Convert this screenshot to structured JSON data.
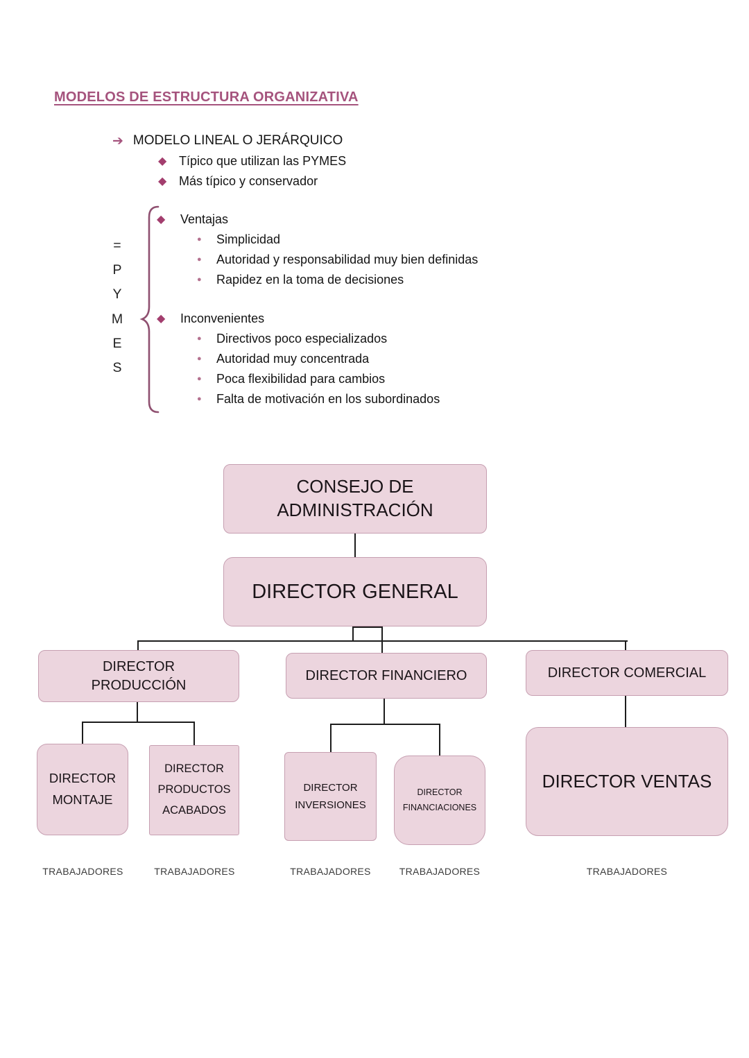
{
  "page": {
    "title": "MODELOS DE ESTRUCTURA ORGANIZATIVA"
  },
  "icons": {
    "arrow": "➔",
    "diamond": "◆",
    "dot": "●",
    "brace": "curly-brace"
  },
  "intro": {
    "heading": "MODELO LINEAL O JERÁRQUICO",
    "points": [
      "Típico que utilizan las PYMES",
      "Más típico y conservador"
    ]
  },
  "pymes": {
    "letters": [
      "=",
      "P",
      "Y",
      "M",
      "E",
      "S"
    ]
  },
  "ventajas": {
    "label": "Ventajas",
    "items": [
      "Simplicidad",
      "Autoridad y responsabilidad muy bien definidas",
      "Rapidez en la toma de decisiones"
    ]
  },
  "inconvenientes": {
    "label": "Inconvenientes",
    "items": [
      "Directivos poco especializados",
      "Autoridad muy concentrada",
      "Poca flexibilidad para cambios",
      "Falta de motivación en los subordinados"
    ]
  },
  "org": {
    "workers_label": "TRABAJADORES",
    "nodes": {
      "consejo": {
        "label": "CONSEJO DE ADMINISTRACIÓN"
      },
      "general": {
        "label": "DIRECTOR GENERAL"
      },
      "produccion": {
        "label": "DIRECTOR PRODUCCIÓN"
      },
      "financiero": {
        "label": "DIRECTOR FINANCIERO"
      },
      "comercial": {
        "label": "DIRECTOR COMERCIAL"
      },
      "montaje": {
        "label": "DIRECTOR MONTAJE"
      },
      "acabados": {
        "label": "DIRECTOR PRODUCTOS ACABADOS"
      },
      "inversiones": {
        "label": "DIRECTOR INVERSIONES"
      },
      "financiaciones": {
        "label": "DIRECTOR FINANCIACIONES"
      },
      "ventas": {
        "label": "DIRECTOR VENTAS"
      }
    },
    "hierarchy": {
      "CONSEJO DE ADMINISTRACIÓN": {
        "DIRECTOR GENERAL": {
          "DIRECTOR PRODUCCIÓN": [
            "DIRECTOR MONTAJE",
            "DIRECTOR PRODUCTOS ACABADOS"
          ],
          "DIRECTOR FINANCIERO": [
            "DIRECTOR INVERSIONES",
            "DIRECTOR FINANCIACIONES"
          ],
          "DIRECTOR COMERCIAL": [
            "DIRECTOR VENTAS"
          ]
        }
      }
    }
  },
  "colors": {
    "accent_rose": "#a5537d",
    "diamond_bullet": "#a33e6e",
    "dot_bullet": "#b4718f",
    "brace": "#8f5070",
    "box_fill": "#ecd5de",
    "box_border": "#c69fb1",
    "connector": "#1c1c1c"
  }
}
